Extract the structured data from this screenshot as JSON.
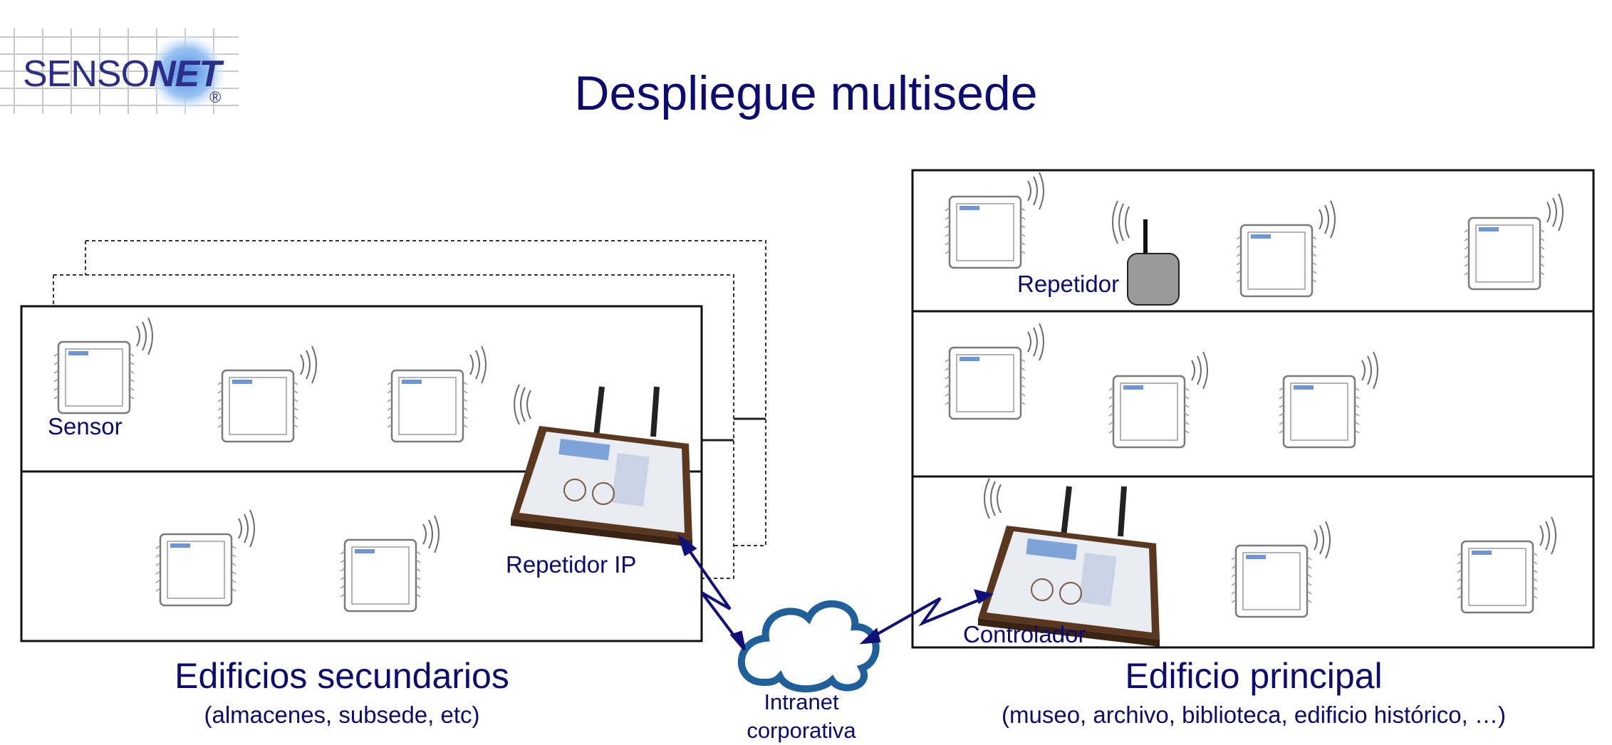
{
  "logo": {
    "text_light": "SENSO",
    "text_bold": "NET",
    "registered": "®"
  },
  "title": "Despliegue multisede",
  "secondary": {
    "title": "Edificios secundarios",
    "subtitle": "(almacenes, subsede, etc)",
    "sensor_label": "Sensor",
    "repeater_ip_label": "Repetidor IP"
  },
  "main": {
    "title": "Edificio principal",
    "subtitle": "(museo, archivo, biblioteca, edificio histórico, …)",
    "repeater_label": "Repetidor",
    "controller_label": "Controlador"
  },
  "network": {
    "cloud_line1": "Intranet",
    "cloud_line2": "corporativa"
  },
  "colors": {
    "text": "#0b0b70",
    "cloud": "#1f5f9a",
    "link": "#10107a",
    "device": "#5a3820"
  }
}
